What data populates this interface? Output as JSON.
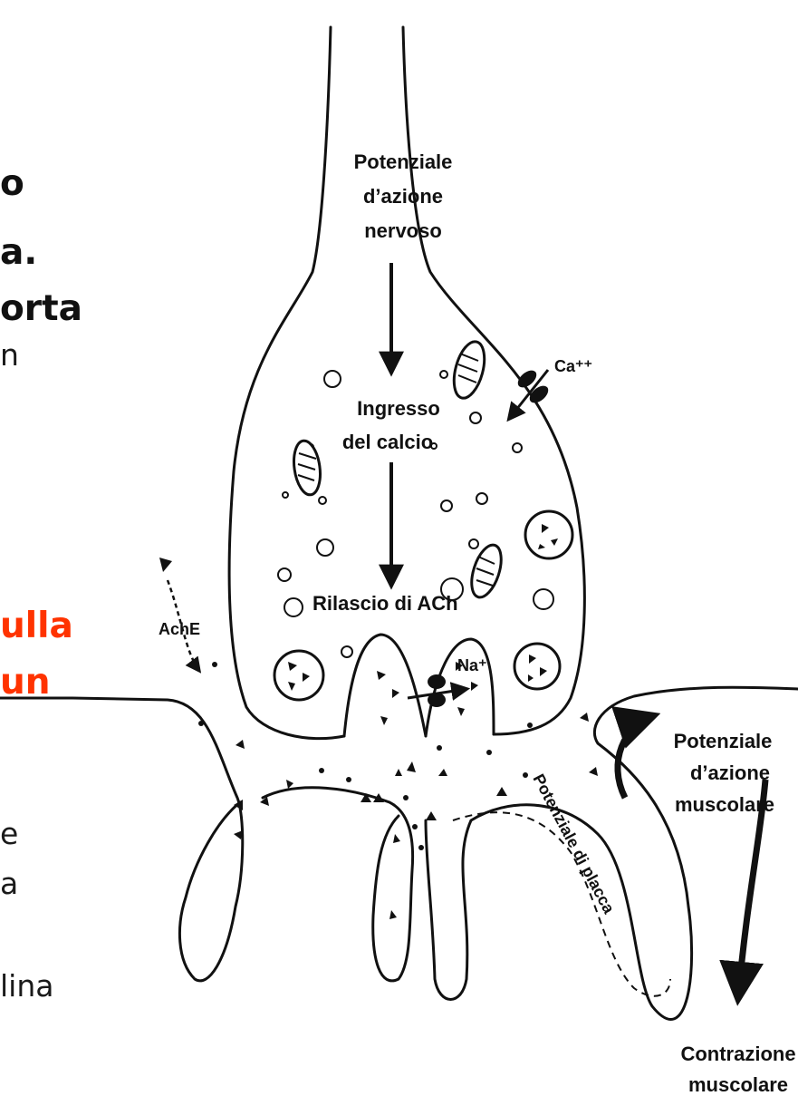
{
  "slide_text": {
    "frag1": "o",
    "frag2": "a.",
    "frag3": "orta",
    "frag4": "n",
    "red1": "ulla",
    "red2": "un",
    "frag5": "e",
    "frag6": "a",
    "frag7": "lina"
  },
  "diagram": {
    "potenziale_azione_nervoso": [
      "Potenziale",
      "d’azione",
      "nervoso"
    ],
    "ingresso_calcio": [
      "Ingresso",
      "del calcio"
    ],
    "rilascio_ach": "Rilascio di ACh",
    "calcium_ion": "Ca⁺⁺",
    "ache": "AchE",
    "sodium_ion": "Na⁺",
    "potenziale_placca": "Potenziale di placca",
    "potenziale_azione_muscolare": [
      "Potenziale",
      "d’azione",
      "muscolare"
    ],
    "contrazione_muscolare": [
      "Contrazione",
      "muscolare"
    ]
  },
  "colors": {
    "accent_red": "#ff3300",
    "ink": "#111111"
  }
}
